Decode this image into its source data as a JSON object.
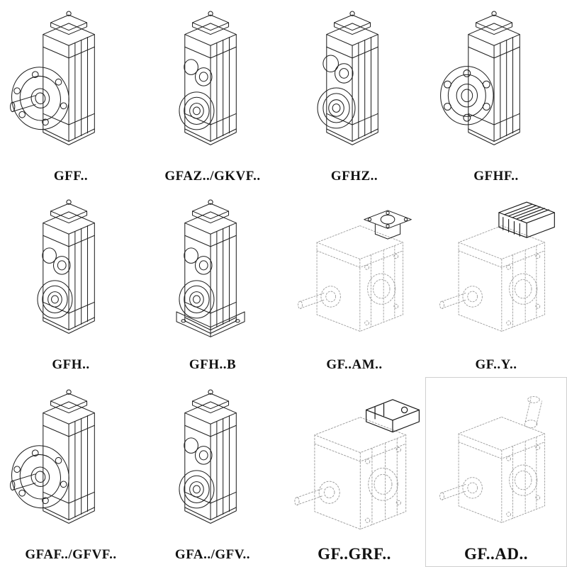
{
  "page": {
    "background": "#ffffff",
    "line_color": "#1f1f1f",
    "ghost_line_color": "#9b9b9b",
    "label_color": "#111111"
  },
  "cells": [
    {
      "label": "GFF..",
      "drawing": "gearbox-output-flange-solid-shaft"
    },
    {
      "label": "GFAZ../GKVF..",
      "drawing": "gearbox-hollow-bore"
    },
    {
      "label": "GFHZ..",
      "drawing": "gearbox-hollow-bore-shrink-disc"
    },
    {
      "label": "GFHF..",
      "drawing": "gearbox-hollow-bore-flange"
    },
    {
      "label": "GFH..",
      "drawing": "gearbox-hollow-bore"
    },
    {
      "label": "GFH..B",
      "drawing": "gearbox-hollow-bore-foot-mounted"
    },
    {
      "label": "GF..AM..",
      "drawing": "gearbox-ghost-motor-adapter-flange"
    },
    {
      "label": "GF..Y..",
      "drawing": "gearbox-ghost-with-motor"
    },
    {
      "label": "GFAF../GFVF..",
      "drawing": "gearbox-output-flange-solid-shaft"
    },
    {
      "label": "GFA../GFV..",
      "drawing": "gearbox-hollow-bore"
    },
    {
      "label": "GF..GRF..",
      "drawing": "gearbox-ghost-input-cover"
    },
    {
      "label": "GF..AD..",
      "drawing": "gearbox-ghost-input-shaft-adapter"
    }
  ]
}
